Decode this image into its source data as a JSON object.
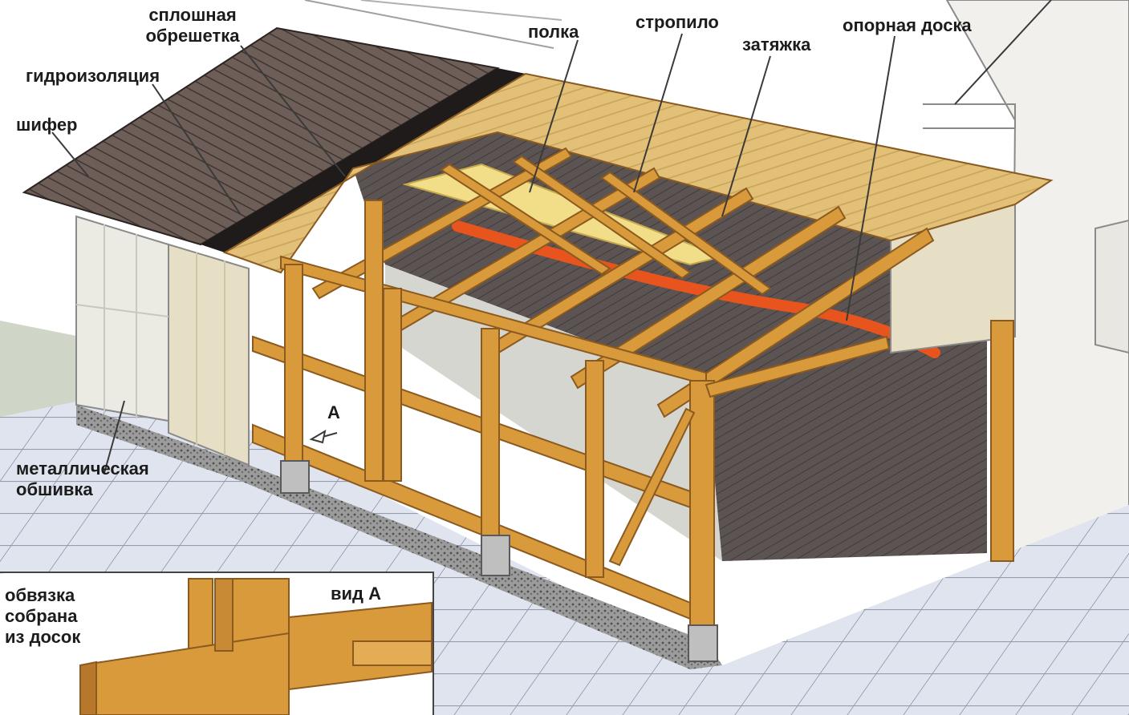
{
  "labels": {
    "slate": "шифер",
    "waterproofing": "гидроизоляция",
    "solid_sheathing_line1": "сплошная",
    "solid_sheathing_line2": "обрешетка",
    "shelf": "полка",
    "rafter": "стропило",
    "tie_beam": "затяжка",
    "support_board": "опорная доска",
    "metal_cladding_line1": "металлическая",
    "metal_cladding_line2": "обшивка",
    "view_marker": "А",
    "view_title": "вид А",
    "frame_note_line1": "обвязка",
    "frame_note_line2": "собрана",
    "frame_note_line3": "из досок"
  },
  "colors": {
    "slate": "#6e5e58",
    "waterproofing": "#1e1b1a",
    "sheathing": "#e2c077",
    "timber": "#d99a3c",
    "timber_dark": "#8a5a20",
    "insulation": "#f2de88",
    "tie_beam_red": "#e8541d",
    "ceiling": "#5c5452",
    "cladding": "#ecebe3",
    "paving": "#d6dce8",
    "gravel": "#8a8a8a",
    "wall": "#f1f0ec"
  }
}
